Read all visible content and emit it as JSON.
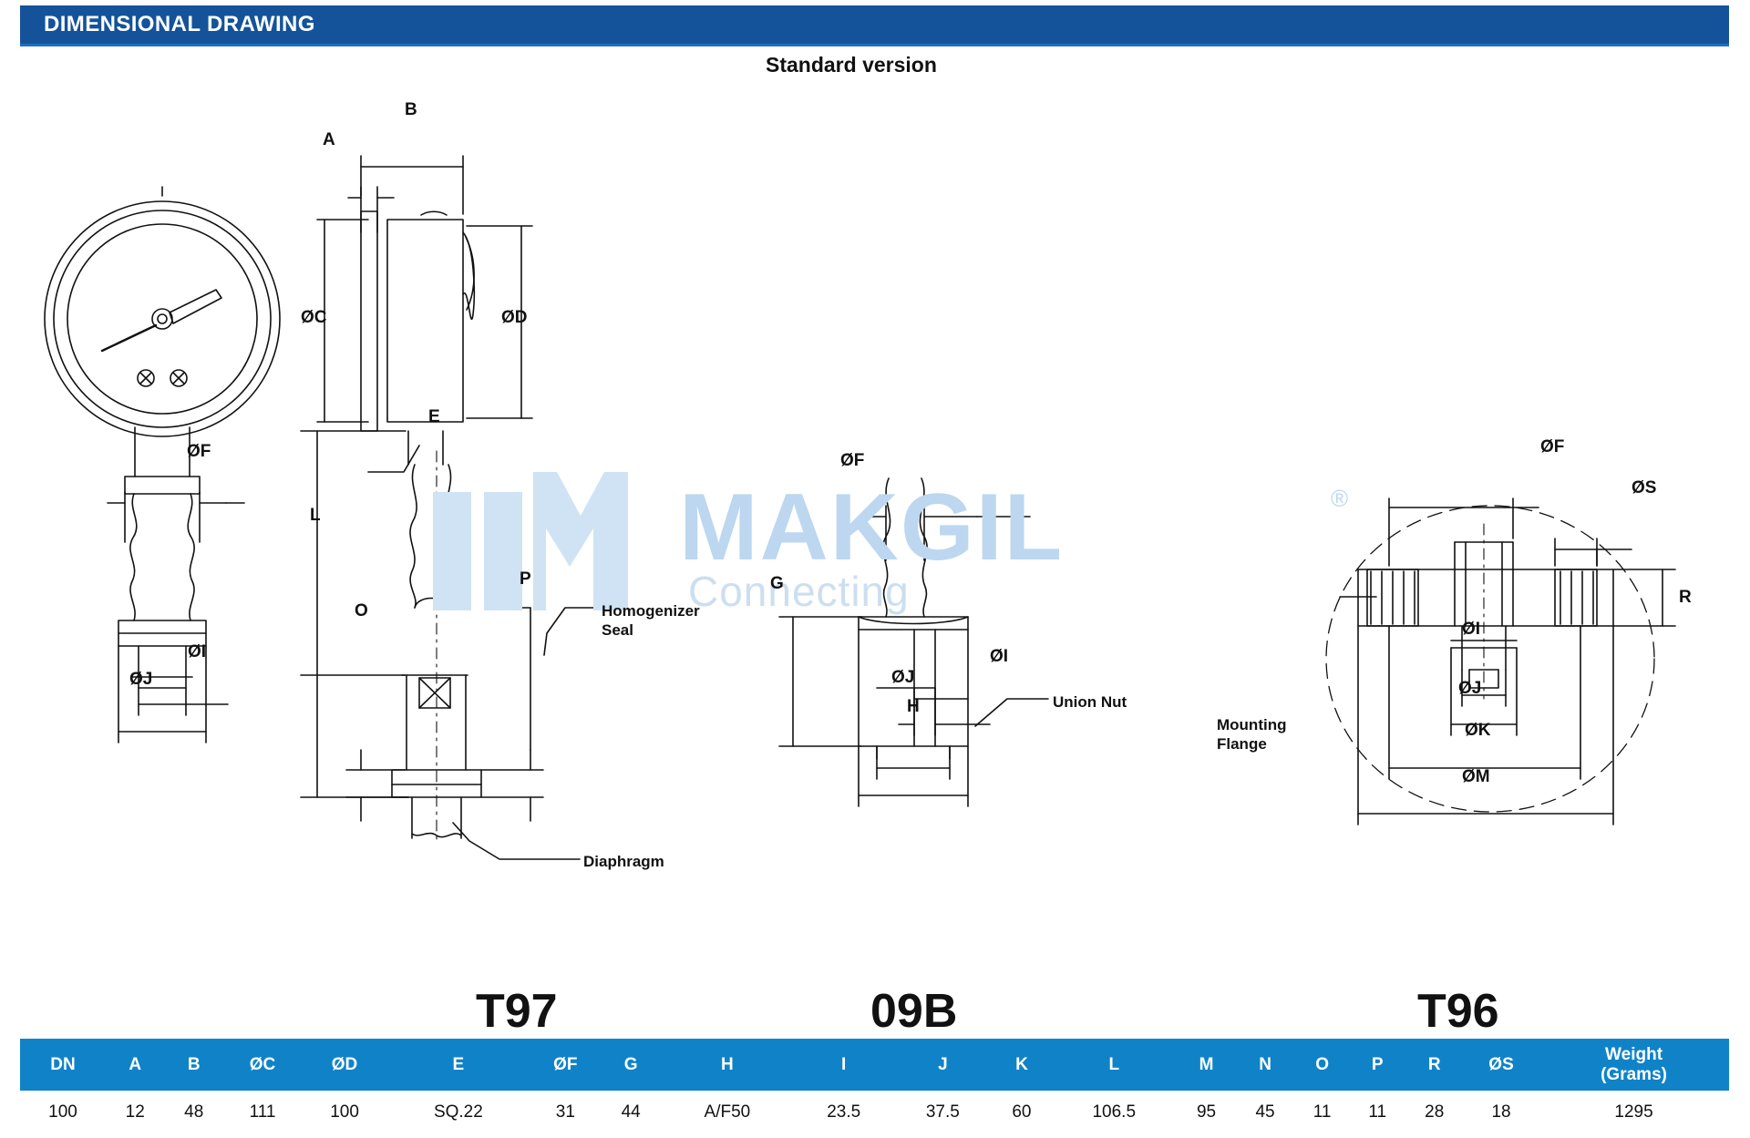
{
  "header": {
    "title": "DIMENSIONAL DRAWING",
    "bar_color": "#14539a"
  },
  "heading": {
    "standard_version": "Standard version"
  },
  "watermark": {
    "brand": "MAKGIL",
    "tagline": "Connecting",
    "registered": "®",
    "color": "#bcd7ef"
  },
  "models": {
    "left": "T97",
    "middle": "09B",
    "right": "T96"
  },
  "callouts": {
    "homogenizer_seal": "Homogenizer\nSeal",
    "diaphragm": "Diaphragm",
    "union_nut": "Union Nut",
    "mounting_flange": "Mounting\nFlange"
  },
  "dimension_labels": {
    "a": "A",
    "b": "B",
    "oc": "ØC",
    "od": "ØD",
    "e": "E",
    "of_left": "ØF",
    "of_mid": "ØF",
    "of_right": "ØF",
    "g": "G",
    "h": "H",
    "oi_left": "ØI",
    "oi_mid": "ØI",
    "oi_right": "ØI",
    "oj_left": "ØJ",
    "oj_mid": "ØJ",
    "oj_right": "ØJ",
    "ok": "ØK",
    "l": "L",
    "om": "ØM",
    "o": "O",
    "p": "P",
    "r": "R",
    "os": "ØS"
  },
  "table": {
    "headers": [
      "DN",
      "A",
      "B",
      "ØC",
      "ØD",
      "E",
      "ØF",
      "G",
      "H",
      "I",
      "J",
      "K",
      "L",
      "M",
      "N",
      "O",
      "P",
      "R",
      "ØS",
      "Weight\n(Grams)"
    ],
    "rows": [
      [
        "100",
        "12",
        "48",
        "111",
        "100",
        "SQ.22",
        "31",
        "44",
        "A/F50",
        "23.5",
        "37.5",
        "60",
        "106.5",
        "95",
        "45",
        "11",
        "11",
        "28",
        "18",
        "1295"
      ]
    ],
    "header_color": "#1083c8"
  },
  "icons": {
    "gauge": "pressure-gauge-icon",
    "needle": "gauge-needle-icon"
  }
}
